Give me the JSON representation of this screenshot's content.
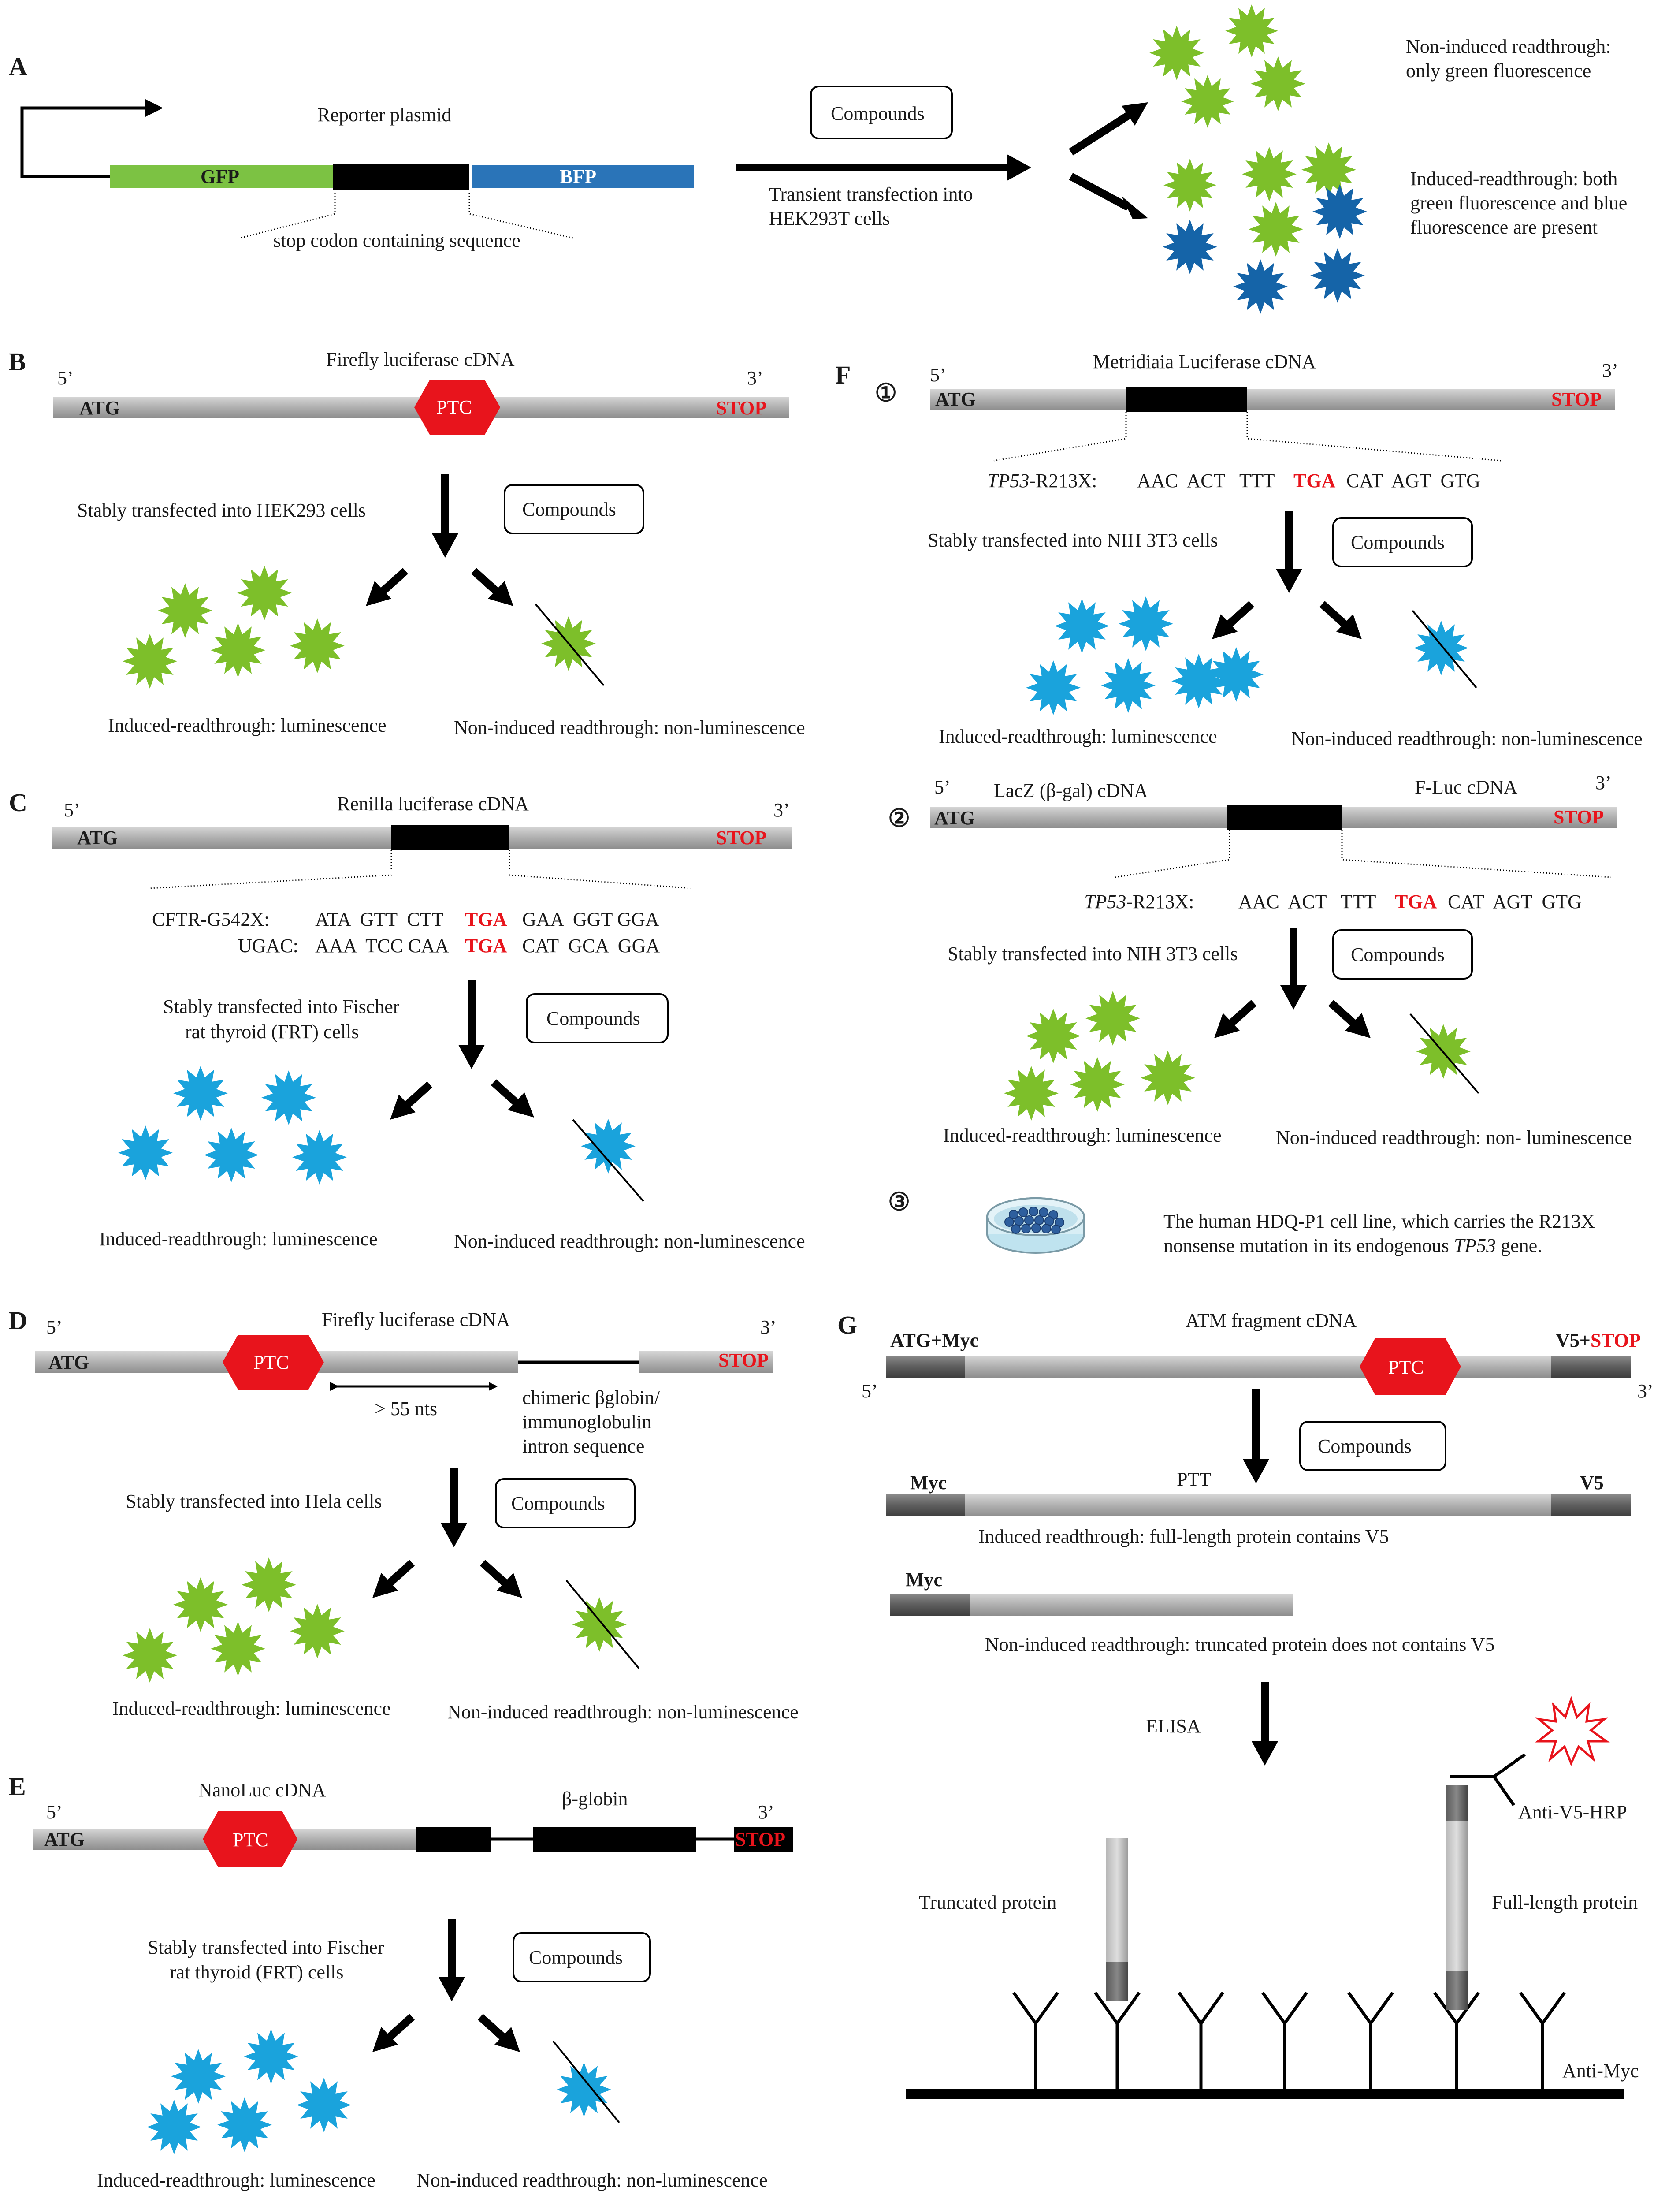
{
  "colors": {
    "green": "#7dbf2a",
    "blue_star": "#1aa3dc",
    "dark_blue": "#1564a8",
    "gfp": "#7cc243",
    "bfp": "#2a74b8",
    "red": "#e8141c",
    "gray_bar": "#b4b4b4",
    "black": "#000000"
  },
  "A": {
    "label": "A",
    "reporter": "Reporter plasmid",
    "gfp": "GFP",
    "bfp": "BFP",
    "stop_seq": "stop codon containing sequence",
    "compounds": "Compounds",
    "transfection_1": "Transient transfection into",
    "transfection_2": "HEK293T cells",
    "noninduced_1": "Non-induced readthrough:",
    "noninduced_2": "only green fluorescence",
    "induced_1": "Induced-readthrough: both",
    "induced_2": "green fluorescence and blue",
    "induced_3": "fluorescence are present"
  },
  "B": {
    "label": "B",
    "cdna": "Firefly luciferase cDNA",
    "five": "5’",
    "three": "3’",
    "atg": "ATG",
    "ptc": "PTC",
    "stop": "STOP",
    "transfect": "Stably transfected into HEK293 cells",
    "compounds": "Compounds",
    "induced": "Induced-readthrough: luminescence",
    "noninduced": "Non-induced readthrough: non-luminescence"
  },
  "C": {
    "label": "C",
    "cdna": "Renilla luciferase cDNA",
    "five": "5’",
    "three": "3’",
    "atg": "ATG",
    "stop": "STOP",
    "seq1_name": "CFTR-G542X:",
    "seq1_pre": "ATA  GTT  CTT",
    "seq1_stop": "TGA",
    "seq1_post": "GAA  GGT GGA",
    "seq2_name": "UGAC:",
    "seq2_pre": "AAA  TCC CAA",
    "seq2_stop": "TGA",
    "seq2_post": "CAT  GCA  GGA",
    "transfect_1": "Stably transfected into Fischer",
    "transfect_2": "rat thyroid (FRT) cells",
    "compounds": "Compounds",
    "induced": "Induced-readthrough: luminescence",
    "noninduced": "Non-induced readthrough: non-luminescence"
  },
  "D": {
    "label": "D",
    "cdna": "Firefly luciferase cDNA",
    "five": "5’",
    "three": "3’",
    "atg": "ATG",
    "ptc": "PTC",
    "stop": "STOP",
    "distance": "> 55 nts",
    "intron_1": "chimeric βglobin/",
    "intron_2": "immunoglobulin",
    "intron_3": "intron sequence",
    "transfect": "Stably transfected into Hela cells",
    "compounds": "Compounds",
    "induced": "Induced-readthrough: luminescence",
    "noninduced": "Non-induced readthrough: non-luminescence"
  },
  "E": {
    "label": "E",
    "cdna": "NanoLuc cDNA",
    "globin": "β-globin",
    "five": "5’",
    "three": "3’",
    "atg": "ATG",
    "ptc": "PTC",
    "stop": "STOP",
    "transfect_1": "Stably transfected into Fischer",
    "transfect_2": "rat thyroid (FRT) cells",
    "compounds": "Compounds",
    "induced": "Induced-readthrough: luminescence",
    "noninduced": "Non-induced readthrough: non-luminescence"
  },
  "F": {
    "label": "F",
    "n1": "①",
    "n2": "②",
    "n3": "③",
    "cdna1": "Metridiaia Luciferase cDNA",
    "five": "5’",
    "three": "3’",
    "atg": "ATG",
    "stop": "STOP",
    "seq_gene": "TP53",
    "seq_mut": "-R213X:",
    "seq_pre": "AAC  ACT   TTT",
    "seq_stop": "TGA",
    "seq_post": "CAT  AGT  GTG",
    "transfect": "Stably transfected into NIH 3T3 cells",
    "compounds": "Compounds",
    "induced": "Induced-readthrough: luminescence",
    "noninduced1": "Non-induced readthrough: non-luminescence",
    "lacz": "LacZ (β-gal) cDNA",
    "fluc": "F-Luc cDNA",
    "noninduced2": "Non-induced readthrough: non- luminescence",
    "cellline_1": "The human HDQ-P1 cell line, which carries the R213X",
    "cellline_2a": "nonsense mutation in its endogenous ",
    "cellline_2b": "TP53",
    "cellline_2c": " gene."
  },
  "G": {
    "label": "G",
    "atg_myc": "ATG+Myc",
    "cdna": "ATM fragment cDNA",
    "v5": "V5+",
    "stop": "STOP",
    "five": "5’",
    "three": "3’",
    "ptc": "PTC",
    "ptt": "PTT",
    "compounds": "Compounds",
    "myc": "Myc",
    "v5_only": "V5",
    "induced": "Induced readthrough: full-length protein contains V5",
    "noninduced": "Non-induced readthrough: truncated protein does not contains V5",
    "elisa": "ELISA",
    "anti_v5": "Anti-V5-HRP",
    "truncated": "Truncated protein",
    "fulllength": "Full-length protein",
    "anti_myc": "Anti-Myc"
  }
}
